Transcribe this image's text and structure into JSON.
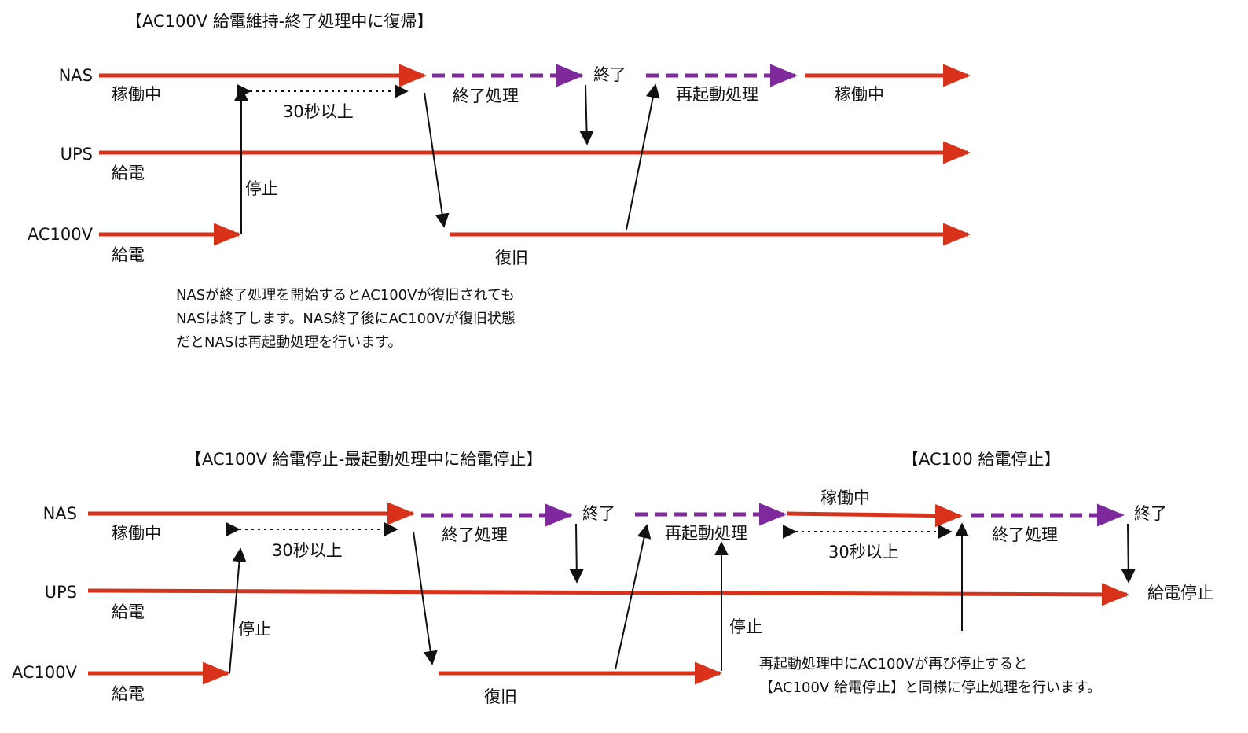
{
  "top": {
    "title": "【AC100V 給電維持-終了処理中に復帰】",
    "rows": {
      "nas": "NAS",
      "ups": "UPS",
      "ac": "AC100V"
    },
    "labels": {
      "nas_running_1": "稼働中",
      "interval": "30秒以上",
      "shutdown": "終了処理",
      "end": "終了",
      "restart": "再起動処理",
      "nas_running_2": "稼働中",
      "ups_supply": "給電",
      "stop": "停止",
      "ac_supply": "給電",
      "restore": "復旧"
    },
    "note": [
      "NASが終了処理を開始するとAC100Vが復旧されても",
      "NASは終了します。NAS終了後にAC100Vが復旧状態",
      "だとNASは再起動処理を行います。"
    ]
  },
  "bottom": {
    "title": "【AC100V 給電停止-最起動処理中に給電停止】",
    "title_right": "【AC100 給電停止】",
    "rows": {
      "nas": "NAS",
      "ups": "UPS",
      "ac": "AC100V"
    },
    "labels": {
      "nas_running_1": "稼働中",
      "interval_1": "30秒以上",
      "shutdown_1": "終了処理",
      "end_1": "終了",
      "restart": "再起動処理",
      "nas_running_2": "稼働中",
      "interval_2": "30秒以上",
      "shutdown_2": "終了処理",
      "end_2": "終了",
      "ups_supply": "給電",
      "ups_stop": "給電停止",
      "stop_1": "停止",
      "stop_2": "停止",
      "ac_supply": "給電",
      "restore": "復旧"
    },
    "note": [
      "再起動処理中にAC100Vが再び停止すると",
      "【AC100V 給電停止】と同様に停止処理を行います。"
    ]
  },
  "colors": {
    "power_line": "#d9321a",
    "process_line": "#7e2a9c",
    "event_arrow": "#111111"
  }
}
